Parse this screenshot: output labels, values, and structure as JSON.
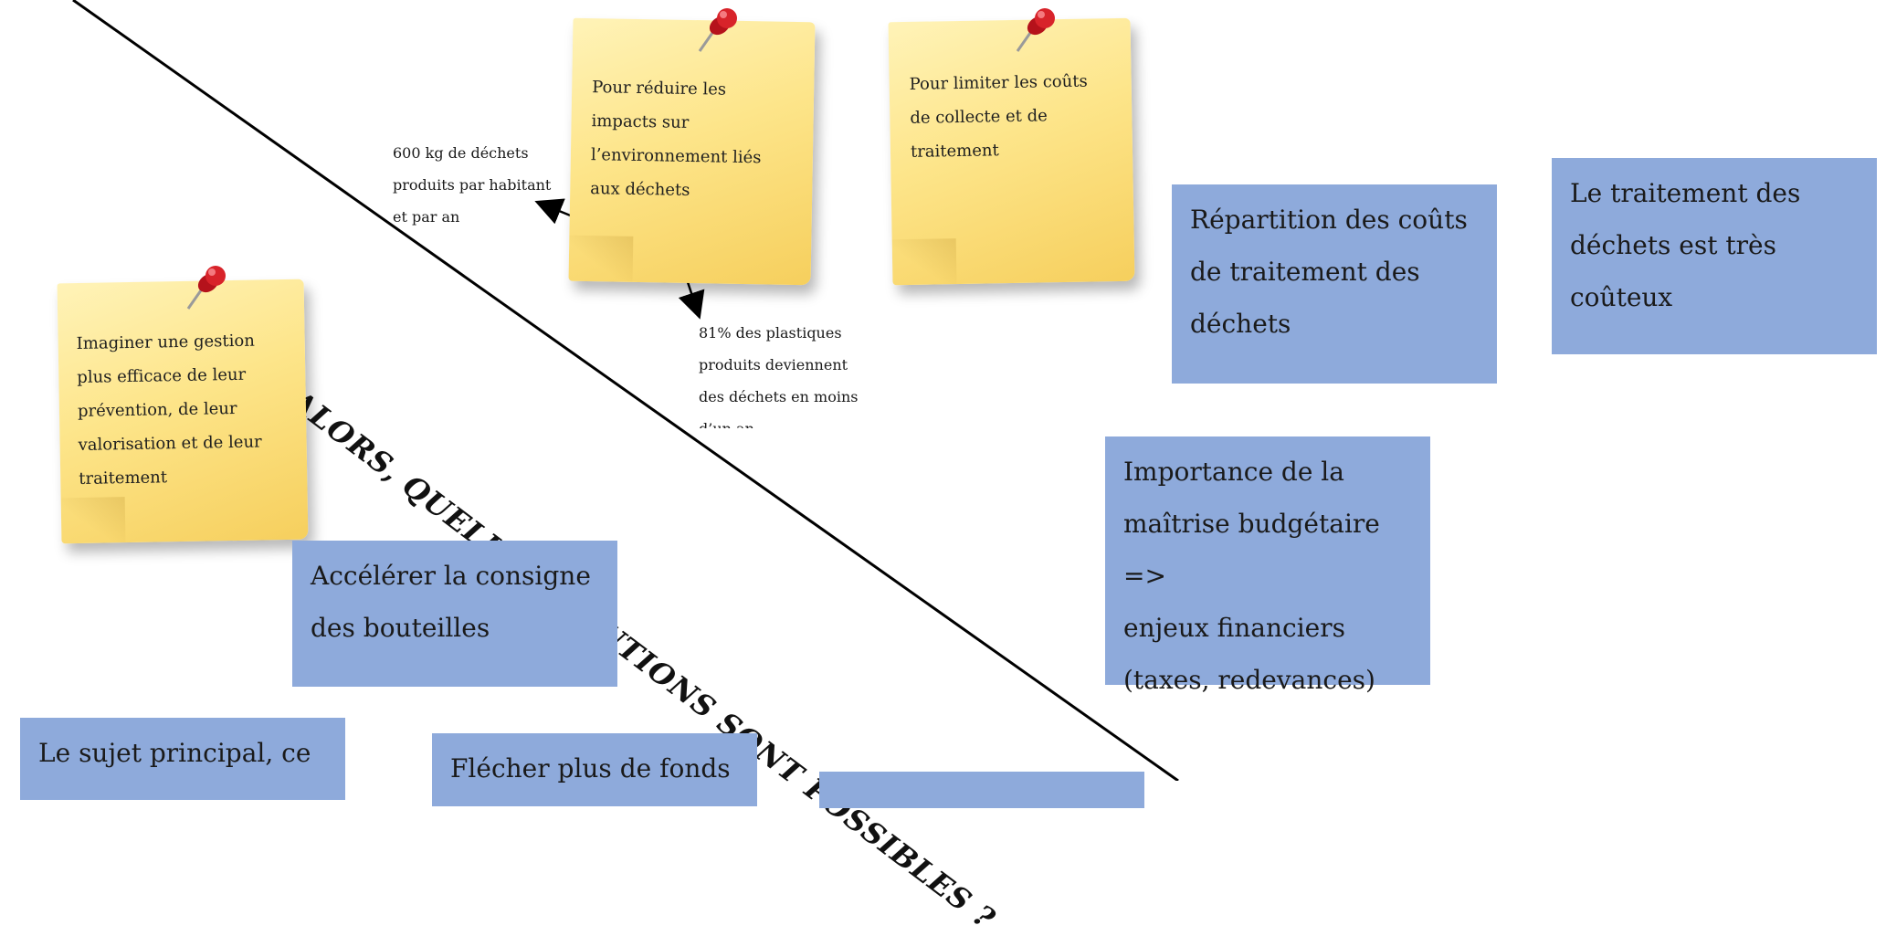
{
  "title": "ALORS, QUELLES SOLUTIONS SONT POSSIBLES ?",
  "sticky_notes": [
    {
      "id": "reduire",
      "lines": [
        "Pour réduire les",
        "impacts sur",
        "l’environnement liés",
        "aux déchets"
      ]
    },
    {
      "id": "limiter",
      "lines": [
        "Pour limiter les coûts",
        "de collecte et de",
        "traitement"
      ]
    },
    {
      "id": "imaginer",
      "lines": [
        "Imaginer une gestion",
        "plus efficace de leur",
        "prévention, de leur",
        "valorisation et de leur",
        "traitement"
      ]
    }
  ],
  "annotations": [
    {
      "id": "dechets-habitant",
      "lines": [
        "600 kg de déchets",
        "produits par habitant",
        "et par an"
      ]
    },
    {
      "id": "plastiques",
      "lines": [
        "81% des plastiques",
        "produits deviennent",
        "des déchets en moins",
        "d’un an"
      ]
    }
  ],
  "boxes": [
    {
      "id": "repartition",
      "lines": [
        "Répartition des coûts",
        "de traitement des",
        "déchets"
      ]
    },
    {
      "id": "traitement",
      "lines": [
        "Le traitement des",
        "déchets est très",
        "coûteux"
      ]
    },
    {
      "id": "maitrise",
      "lines": [
        "Importance de la",
        "maîtrise budgétaire =>",
        "enjeux financiers",
        "(taxes, redevances)"
      ]
    },
    {
      "id": "consigne",
      "lines": [
        "Accélérer la consigne",
        "des bouteilles"
      ]
    },
    {
      "id": "sujet",
      "lines": [
        "Le sujet principal, ce"
      ]
    },
    {
      "id": "flecher",
      "lines": [
        "Flécher plus de fonds"
      ]
    },
    {
      "id": "empty",
      "lines": []
    }
  ],
  "colors": {
    "box_fill": "#8eaadb",
    "note_fill": "#fde58a",
    "pin": "#d8232a",
    "line": "#000000"
  }
}
